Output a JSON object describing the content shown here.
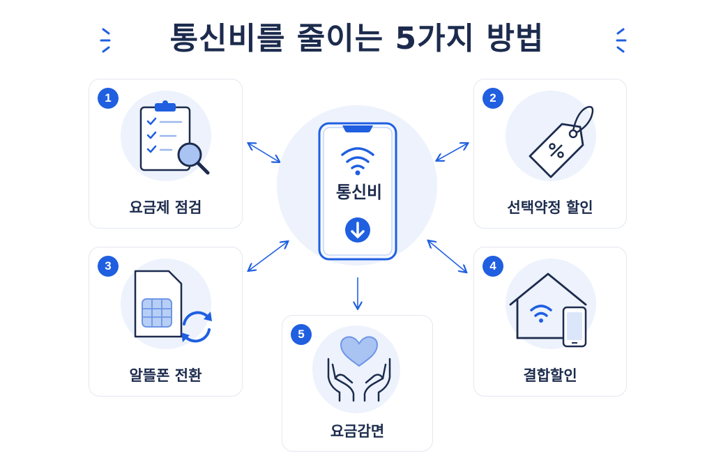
{
  "title": "통신비를 줄이는 5가지 방법",
  "center": {
    "label": "통신비",
    "icons": [
      "phone-icon",
      "wifi-icon",
      "down-arrow-icon"
    ]
  },
  "cards": [
    {
      "number": "1",
      "label": "요금제 점검",
      "icon": "clipboard-search-icon"
    },
    {
      "number": "2",
      "label": "선택약정 할인",
      "icon": "price-tag-percent-icon"
    },
    {
      "number": "3",
      "label": "알뜰폰 전환",
      "icon": "sim-card-swap-icon"
    },
    {
      "number": "4",
      "label": "결합할인",
      "icon": "home-wifi-phone-icon"
    },
    {
      "number": "5",
      "label": "요금감면",
      "icon": "hands-heart-icon"
    }
  ],
  "colors": {
    "accent": "#1f5fe0",
    "navy": "#1c2b4d",
    "light_circle": "#edf2fc",
    "card_border": "#e3e7ef"
  }
}
